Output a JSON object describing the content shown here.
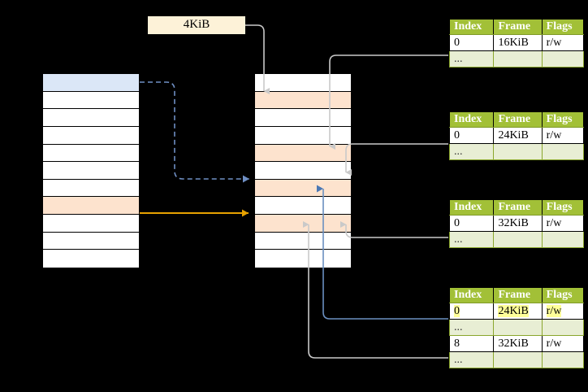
{
  "title": "paging-translation-diagram",
  "colors": {
    "header_green": "#a2c037",
    "ellipsis_row": "#e8eed4",
    "peach_row": "#fde3ce",
    "blue_row": "#dbe7f7",
    "chip_bg": "#fdf2d8",
    "highlight_yellow": "#ffff99",
    "orange_arrow": "#e8a200",
    "blue_arrow": "#4a77b4",
    "gray_arrow": "#c8c8c8",
    "background": "#000000"
  },
  "size_label": {
    "text": "4KiB"
  },
  "left_column": {
    "name": "virtual-address-space",
    "rows": [
      {
        "id": 0,
        "fill": "blue",
        "label": ""
      },
      {
        "id": 1,
        "fill": "white",
        "label": ""
      },
      {
        "id": 2,
        "fill": "white",
        "label": ""
      },
      {
        "id": 3,
        "fill": "white",
        "label": ""
      },
      {
        "id": 4,
        "fill": "white",
        "label": ""
      },
      {
        "id": 5,
        "fill": "white",
        "label": ""
      },
      {
        "id": 6,
        "fill": "white",
        "label": ""
      },
      {
        "id": 7,
        "fill": "peach",
        "label": ""
      },
      {
        "id": 8,
        "fill": "white",
        "label": ""
      },
      {
        "id": 9,
        "fill": "white",
        "label": ""
      },
      {
        "id": 10,
        "fill": "white",
        "label": ""
      }
    ]
  },
  "middle_column": {
    "name": "physical-memory",
    "rows": [
      {
        "id": 0,
        "fill": "white",
        "label": ""
      },
      {
        "id": 1,
        "fill": "peach",
        "label": ""
      },
      {
        "id": 2,
        "fill": "white",
        "label": ""
      },
      {
        "id": 3,
        "fill": "white",
        "label": ""
      },
      {
        "id": 4,
        "fill": "peach",
        "label": ""
      },
      {
        "id": 5,
        "fill": "white",
        "label": ""
      },
      {
        "id": 6,
        "fill": "peach",
        "label": ""
      },
      {
        "id": 7,
        "fill": "white",
        "label": ""
      },
      {
        "id": 8,
        "fill": "peach",
        "label": ""
      },
      {
        "id": 9,
        "fill": "white",
        "label": ""
      },
      {
        "id": 10,
        "fill": "white",
        "label": ""
      }
    ]
  },
  "page_tables": [
    {
      "name": "page-table-level-1",
      "columns": [
        "Index",
        "Frame",
        "Flags"
      ],
      "rows": [
        {
          "kind": "data",
          "cells": [
            "0",
            "16KiB",
            "r/w"
          ],
          "highlight": [
            false,
            false,
            false
          ]
        },
        {
          "kind": "ellipsis",
          "cells": [
            "...",
            "",
            ""
          ],
          "highlight": [
            false,
            false,
            false
          ]
        }
      ]
    },
    {
      "name": "page-table-level-2",
      "columns": [
        "Index",
        "Frame",
        "Flags"
      ],
      "rows": [
        {
          "kind": "data",
          "cells": [
            "0",
            "24KiB",
            "r/w"
          ],
          "highlight": [
            false,
            false,
            false
          ]
        },
        {
          "kind": "ellipsis",
          "cells": [
            "...",
            "",
            ""
          ],
          "highlight": [
            false,
            false,
            false
          ]
        }
      ]
    },
    {
      "name": "page-table-level-3",
      "columns": [
        "Index",
        "Frame",
        "Flags"
      ],
      "rows": [
        {
          "kind": "data",
          "cells": [
            "0",
            "32KiB",
            "r/w"
          ],
          "highlight": [
            false,
            false,
            false
          ]
        },
        {
          "kind": "ellipsis",
          "cells": [
            "...",
            "",
            ""
          ],
          "highlight": [
            false,
            false,
            false
          ]
        }
      ]
    },
    {
      "name": "page-table-level-4",
      "columns": [
        "Index",
        "Frame",
        "Flags"
      ],
      "rows": [
        {
          "kind": "data",
          "cells": [
            "0",
            "24KiB",
            "r/w"
          ],
          "highlight": [
            true,
            true,
            true
          ]
        },
        {
          "kind": "ellipsis",
          "cells": [
            "...",
            "",
            ""
          ],
          "highlight": [
            false,
            false,
            false
          ]
        },
        {
          "kind": "data",
          "cells": [
            "8",
            "32KiB",
            "r/w"
          ],
          "highlight": [
            false,
            false,
            false
          ]
        },
        {
          "kind": "ellipsis",
          "cells": [
            "...",
            "",
            ""
          ],
          "highlight": [
            false,
            false,
            false
          ]
        }
      ]
    }
  ]
}
